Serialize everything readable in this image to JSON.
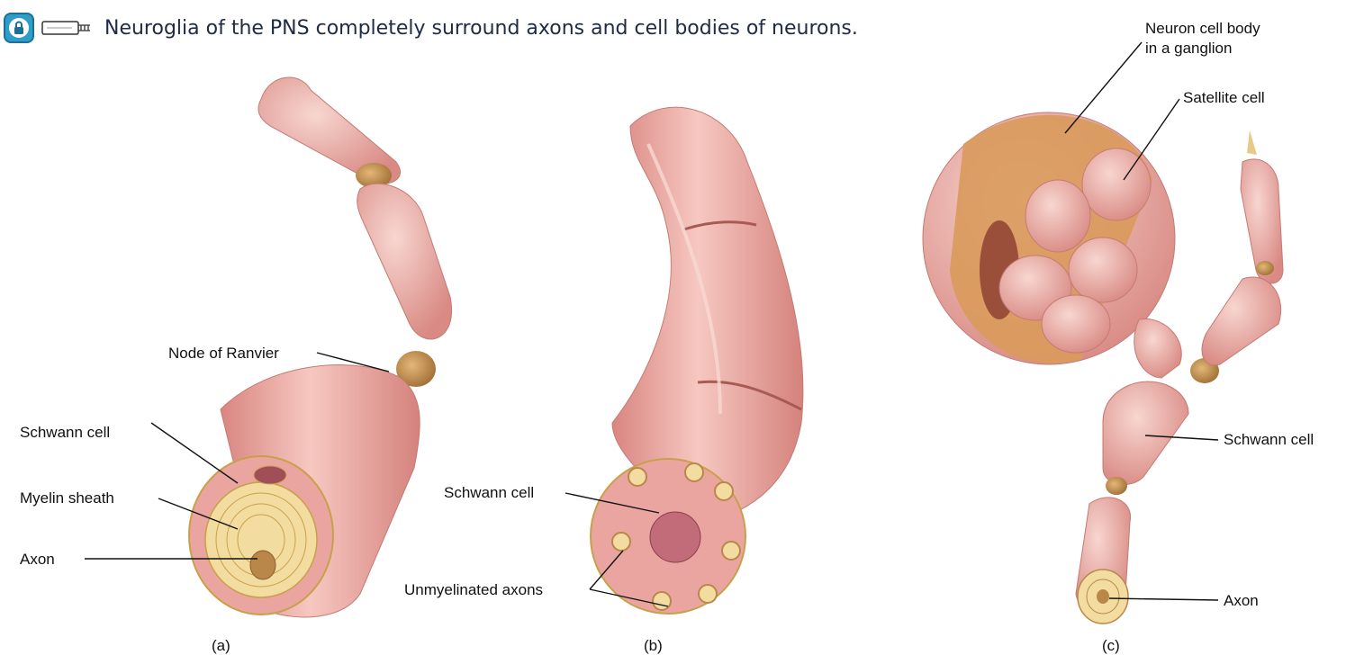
{
  "heading": {
    "text": "Neuroglia of the PNS completely surround axons and cell bodies of neurons.",
    "badge_color": "#2e9ec9",
    "badge_icon": "lock-icon",
    "key_icon": "key-icon"
  },
  "labels": {
    "node_of_ranvier": "Node of Ranvier",
    "schwann_cell_a": "Schwann cell",
    "myelin_sheath": "Myelin sheath",
    "axon_a": "Axon",
    "schwann_cell_b": "Schwann cell",
    "unmyelinated_axons": "Unmyelinated axons",
    "neuron_cell_body_line1": "Neuron cell body",
    "neuron_cell_body_line2": "in a ganglion",
    "satellite_cell": "Satellite cell",
    "schwann_cell_c": "Schwann cell",
    "axon_c": "Axon"
  },
  "panels": {
    "a": "(a)",
    "b": "(b)",
    "c": "(c)"
  },
  "colors": {
    "cell_pink": "#eaa5a0",
    "cell_highlight": "#f7d2cc",
    "node_brown": "#b9874a",
    "myelin_yellow": "#f2dca0",
    "ganglion_tan": "#d99a5b"
  }
}
